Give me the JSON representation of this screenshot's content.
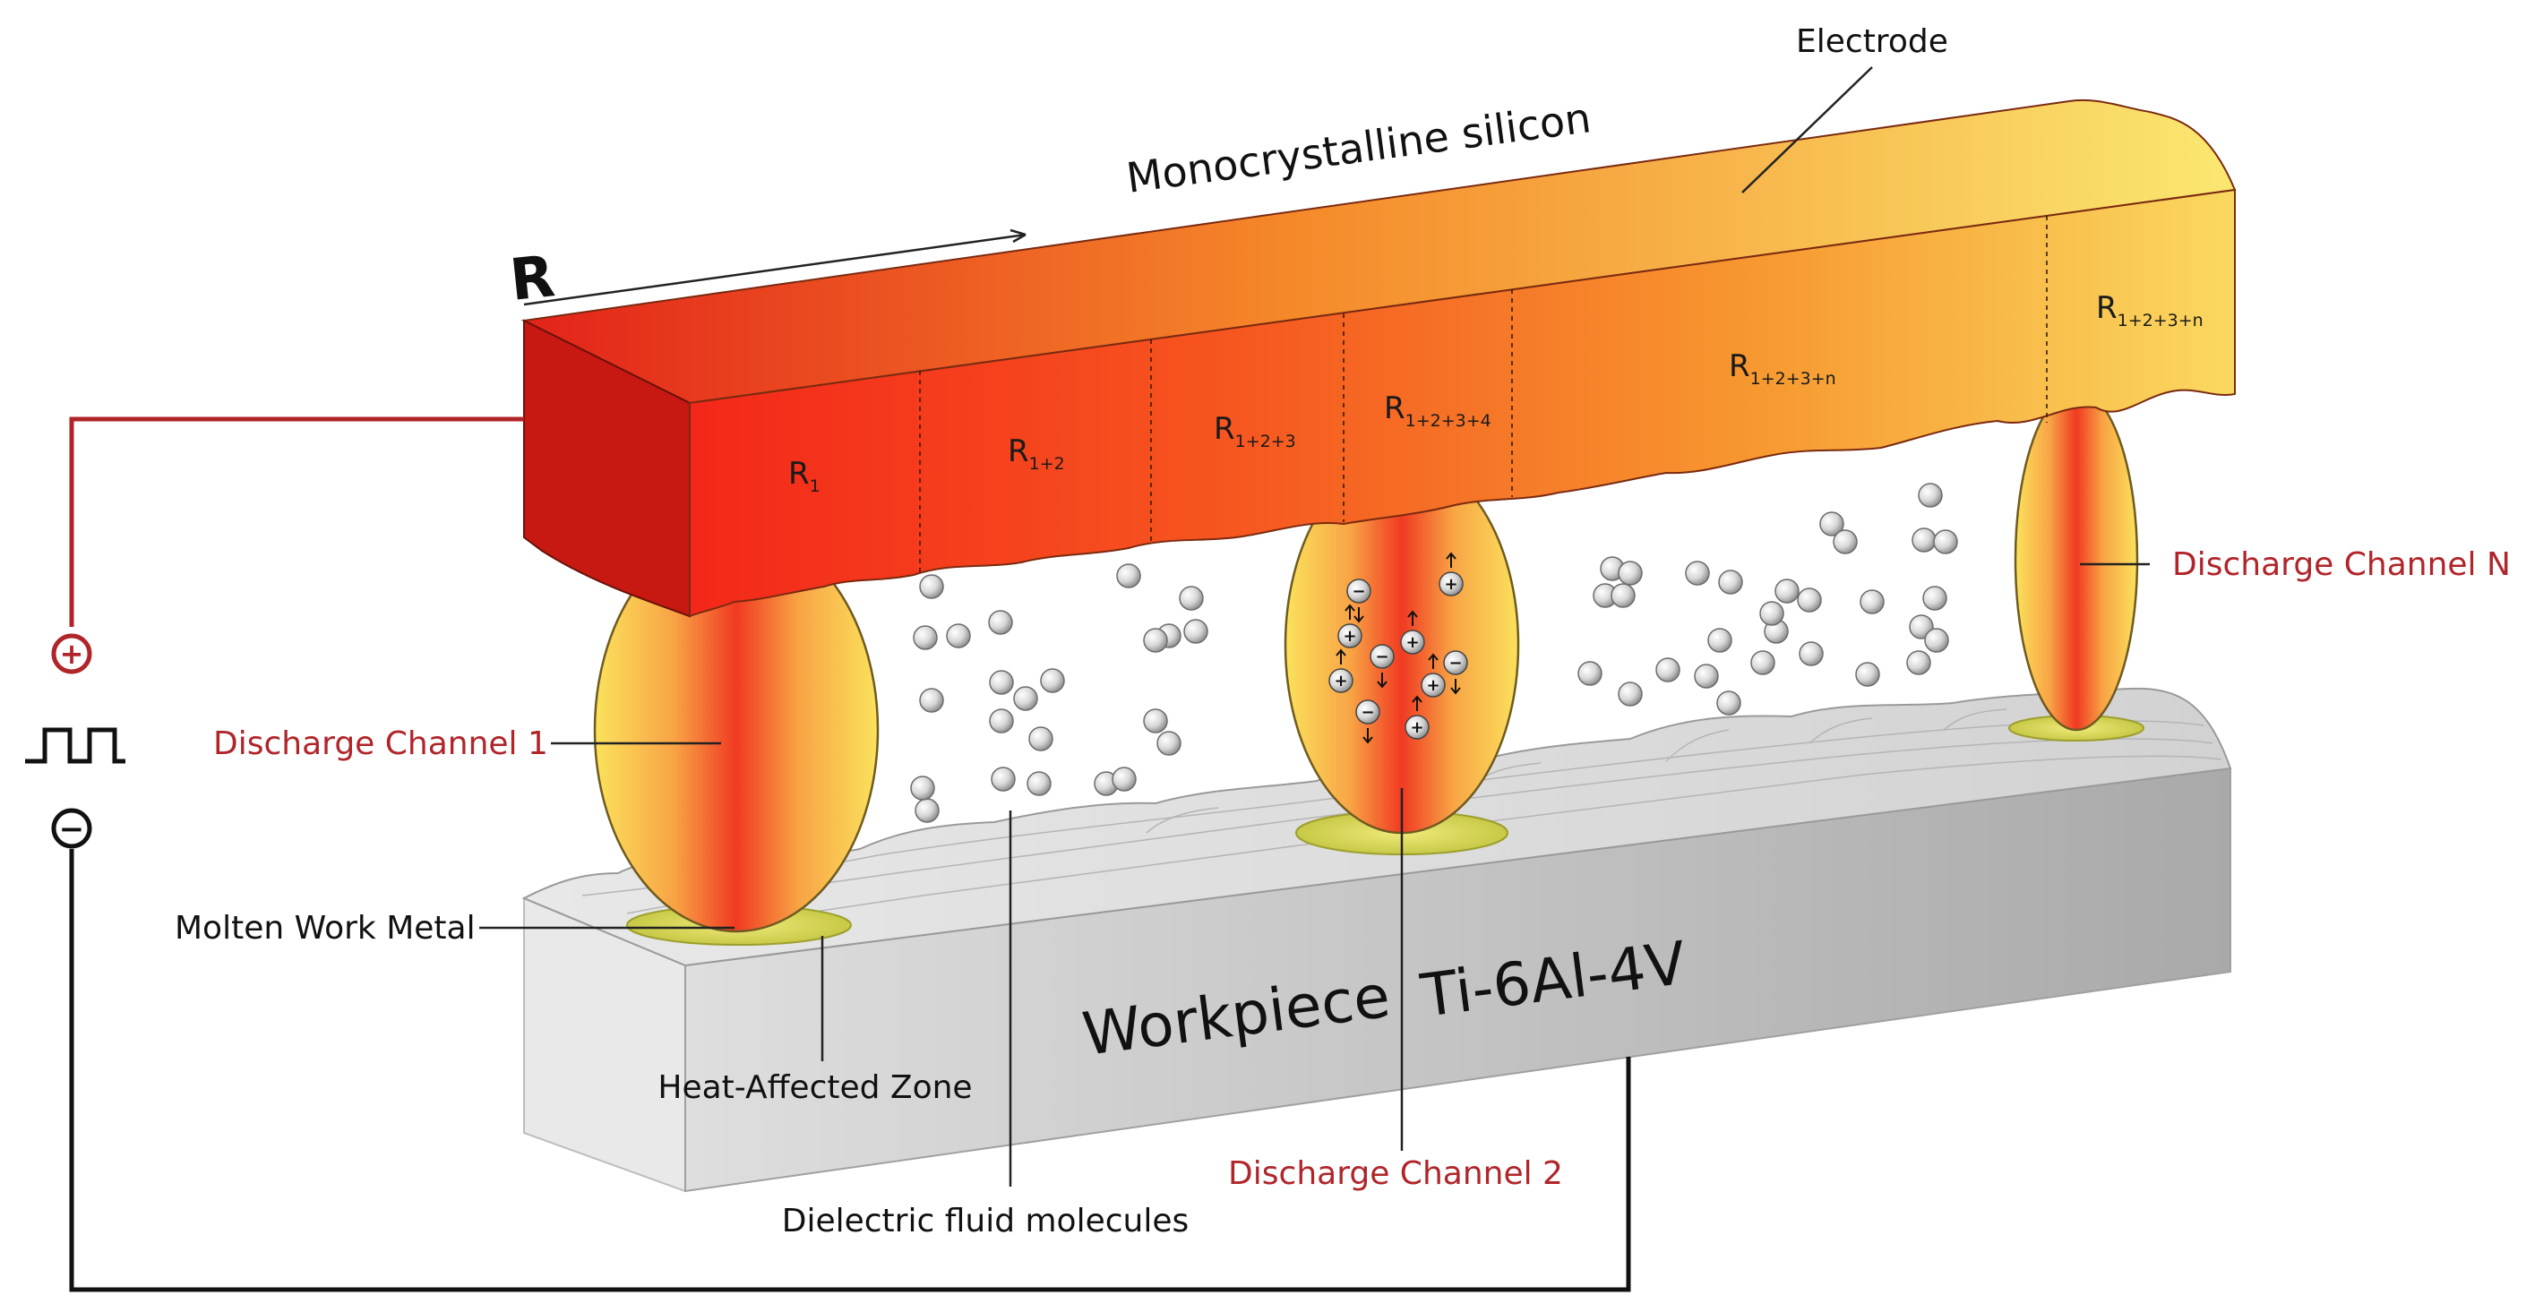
{
  "title": "Monocrystalline silicon",
  "electrode_label": "Electrode",
  "r_symbol": "R",
  "resistance_segments": [
    {
      "base": "R",
      "sub": "1"
    },
    {
      "base": "R",
      "sub": "1+2"
    },
    {
      "base": "R",
      "sub": "1+2+3"
    },
    {
      "base": "R",
      "sub": "1+2+3+4"
    },
    {
      "base": "R",
      "sub": "1+2+3+n"
    },
    {
      "base": "R",
      "sub": "1+2+3+n"
    }
  ],
  "discharge_channels": [
    "Discharge Channel 1",
    "Discharge Channel 2",
    "Discharge Channel N"
  ],
  "labels": {
    "molten": "Molten Work Metal",
    "haz": "Heat-Affected Zone",
    "dielectric": "Dielectric fluid molecules",
    "workpiece": "Workpiece",
    "material": "Ti-6Al-4V"
  },
  "power": {
    "positive_symbol": "+",
    "negative_symbol": "−",
    "waveform": "pulse-wave-icon"
  },
  "colors": {
    "electrode_hot": "#e8241a",
    "electrode_cool": "#f9e26a",
    "channel_label": "#b0252a",
    "positive_wire": "#b0252a",
    "negative_wire": "#111111",
    "workpiece": "#c9c9c9"
  }
}
